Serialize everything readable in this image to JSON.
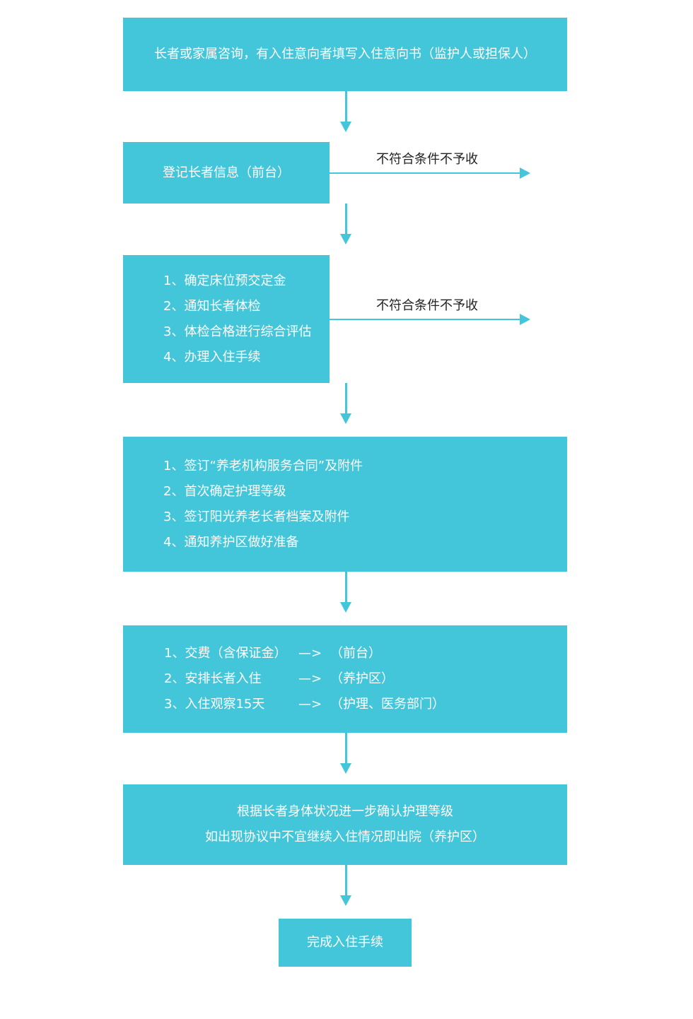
{
  "colors": {
    "box": "#44c6da",
    "arrow": "#44c6da",
    "text_on_box": "#ffffff",
    "reject_text": "#222222"
  },
  "step1": {
    "text": "长者或家属咨询，有入住意向者填写入住意向书（监护人或担保人）"
  },
  "step2": {
    "text": "登记长者信息（前台）",
    "reject_label": "不符合条件不予收"
  },
  "step3": {
    "items": [
      "1、确定床位预交定金",
      "2、通知长者体检",
      "3、体检合格进行综合评估",
      "4、办理入住手续"
    ],
    "reject_label": "不符合条件不予收"
  },
  "step4": {
    "items": [
      "1、签订“养老机构服务合同”及附件",
      "2、首次确定护理等级",
      "3、签订阳光养老长者档案及附件",
      "4、通知养护区做好准备"
    ]
  },
  "step5": {
    "rows": [
      {
        "task": "1、交费（含保证金）",
        "arrow": "—>",
        "dept": "（前台）"
      },
      {
        "task": "2、安排长者入住",
        "arrow": "—>",
        "dept": "（养护区）"
      },
      {
        "task": "3、入住观察15天",
        "arrow": "—>",
        "dept": "（护理、医务部门）"
      }
    ]
  },
  "step6": {
    "lines": [
      "根据长者身体状况进一步确认护理等级",
      "如出现协议中不宜继续入住情况即出院（养护区）"
    ]
  },
  "step7": {
    "text": "完成入住手续"
  }
}
